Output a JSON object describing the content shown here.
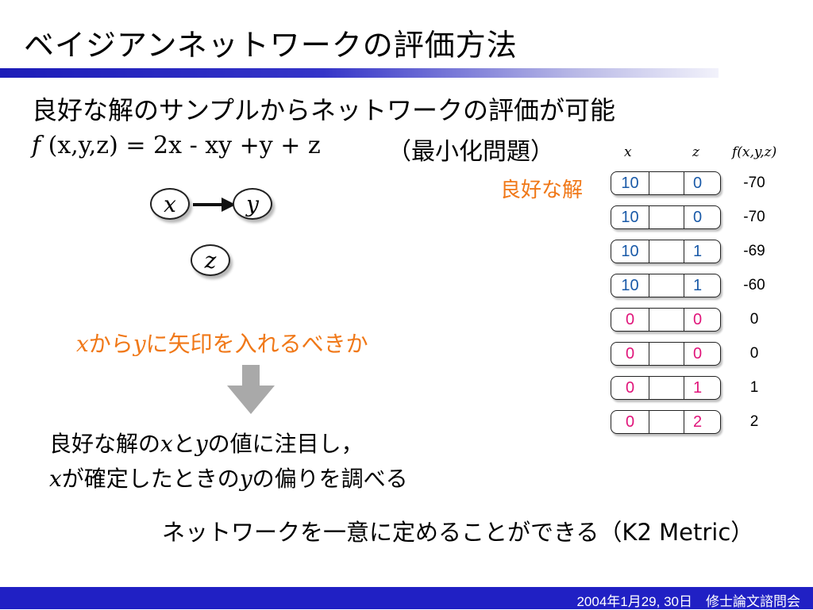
{
  "slide": {
    "title": "ベイジアンネットワークの評価方法",
    "subtitle": "良好な解のサンプルからネットワークの評価が可能",
    "formula": {
      "f": "f",
      "rest": " (x,y,z) = 2x - xy +y + z"
    },
    "problem_type": "（最小化問題）"
  },
  "graph": {
    "nodes": {
      "x": "x",
      "y": "y",
      "z": "z"
    }
  },
  "question": {
    "v1": "x",
    "t1": "から",
    "v2": "y",
    "t2": "に矢印を入れるべきか"
  },
  "explanation": {
    "line1": {
      "t1": "良好な解の",
      "v1": "x",
      "t2": "と",
      "v2": "y",
      "t3": "の値に注目し，"
    },
    "line2": {
      "v1": "x",
      "t1": "が確定したときの",
      "v2": "y",
      "t2": "の偏りを調べる"
    }
  },
  "conclusion": "ネットワークを一意に定めることができる（K2 Metric）",
  "table": {
    "headers": {
      "x": "x",
      "z": "z",
      "f": "f(x,y,z)"
    },
    "good_label": "良好な解",
    "rows": [
      {
        "x": "10",
        "z": "0",
        "f": "-70"
      },
      {
        "x": "10",
        "z": "0",
        "f": "-70"
      },
      {
        "x": "10",
        "z": "1",
        "f": "-69"
      },
      {
        "x": "10",
        "z": "1",
        "f": "-60"
      },
      {
        "x": "0",
        "z": "0",
        "f": "0"
      },
      {
        "x": "0",
        "z": "0",
        "f": "0"
      },
      {
        "x": "0",
        "z": "1",
        "f": "1"
      },
      {
        "x": "0",
        "z": "2",
        "f": "2"
      }
    ]
  },
  "footer": "2004年1月29, 30日　修士論文諮問会",
  "colors": {
    "accent_orange": "#f07818",
    "good_value_blue": "#1a5aa8",
    "other_value_magenta": "#e0147a",
    "title_bar_blue": "#1c1cb8",
    "footer_blue": "#2020c4"
  }
}
